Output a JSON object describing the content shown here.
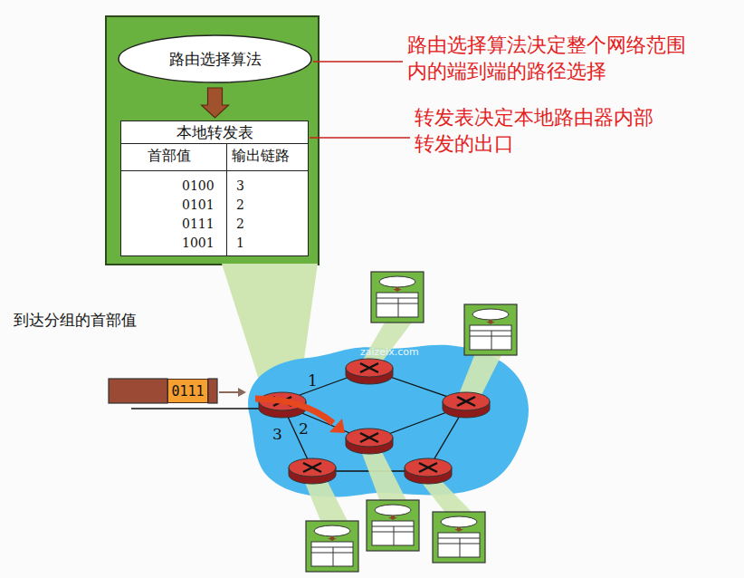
{
  "diagram": {
    "nodes": [
      {
        "text": [
          "路由选择算法"
        ]
      },
      {
        "text": [
          "本地转发表"
        ]
      },
      {
        "text": [
          "0111"
        ]
      }
    ],
    "edges": [
      {
        "from": 0,
        "to": 1,
        "arrow": "to"
      }
    ],
    "labels": [
      "路由选择算法决定整个网络范围 内的端到端的路径选择",
      "转发表决定本地路由器内部 转发的出口",
      "首部值",
      "输出链路",
      "0100",
      "3",
      "0101",
      "2",
      "0111",
      "2",
      "1001",
      "1",
      "到达分组的首部值",
      "zaizeix.com",
      "1",
      "2",
      "3"
    ]
  }
}
